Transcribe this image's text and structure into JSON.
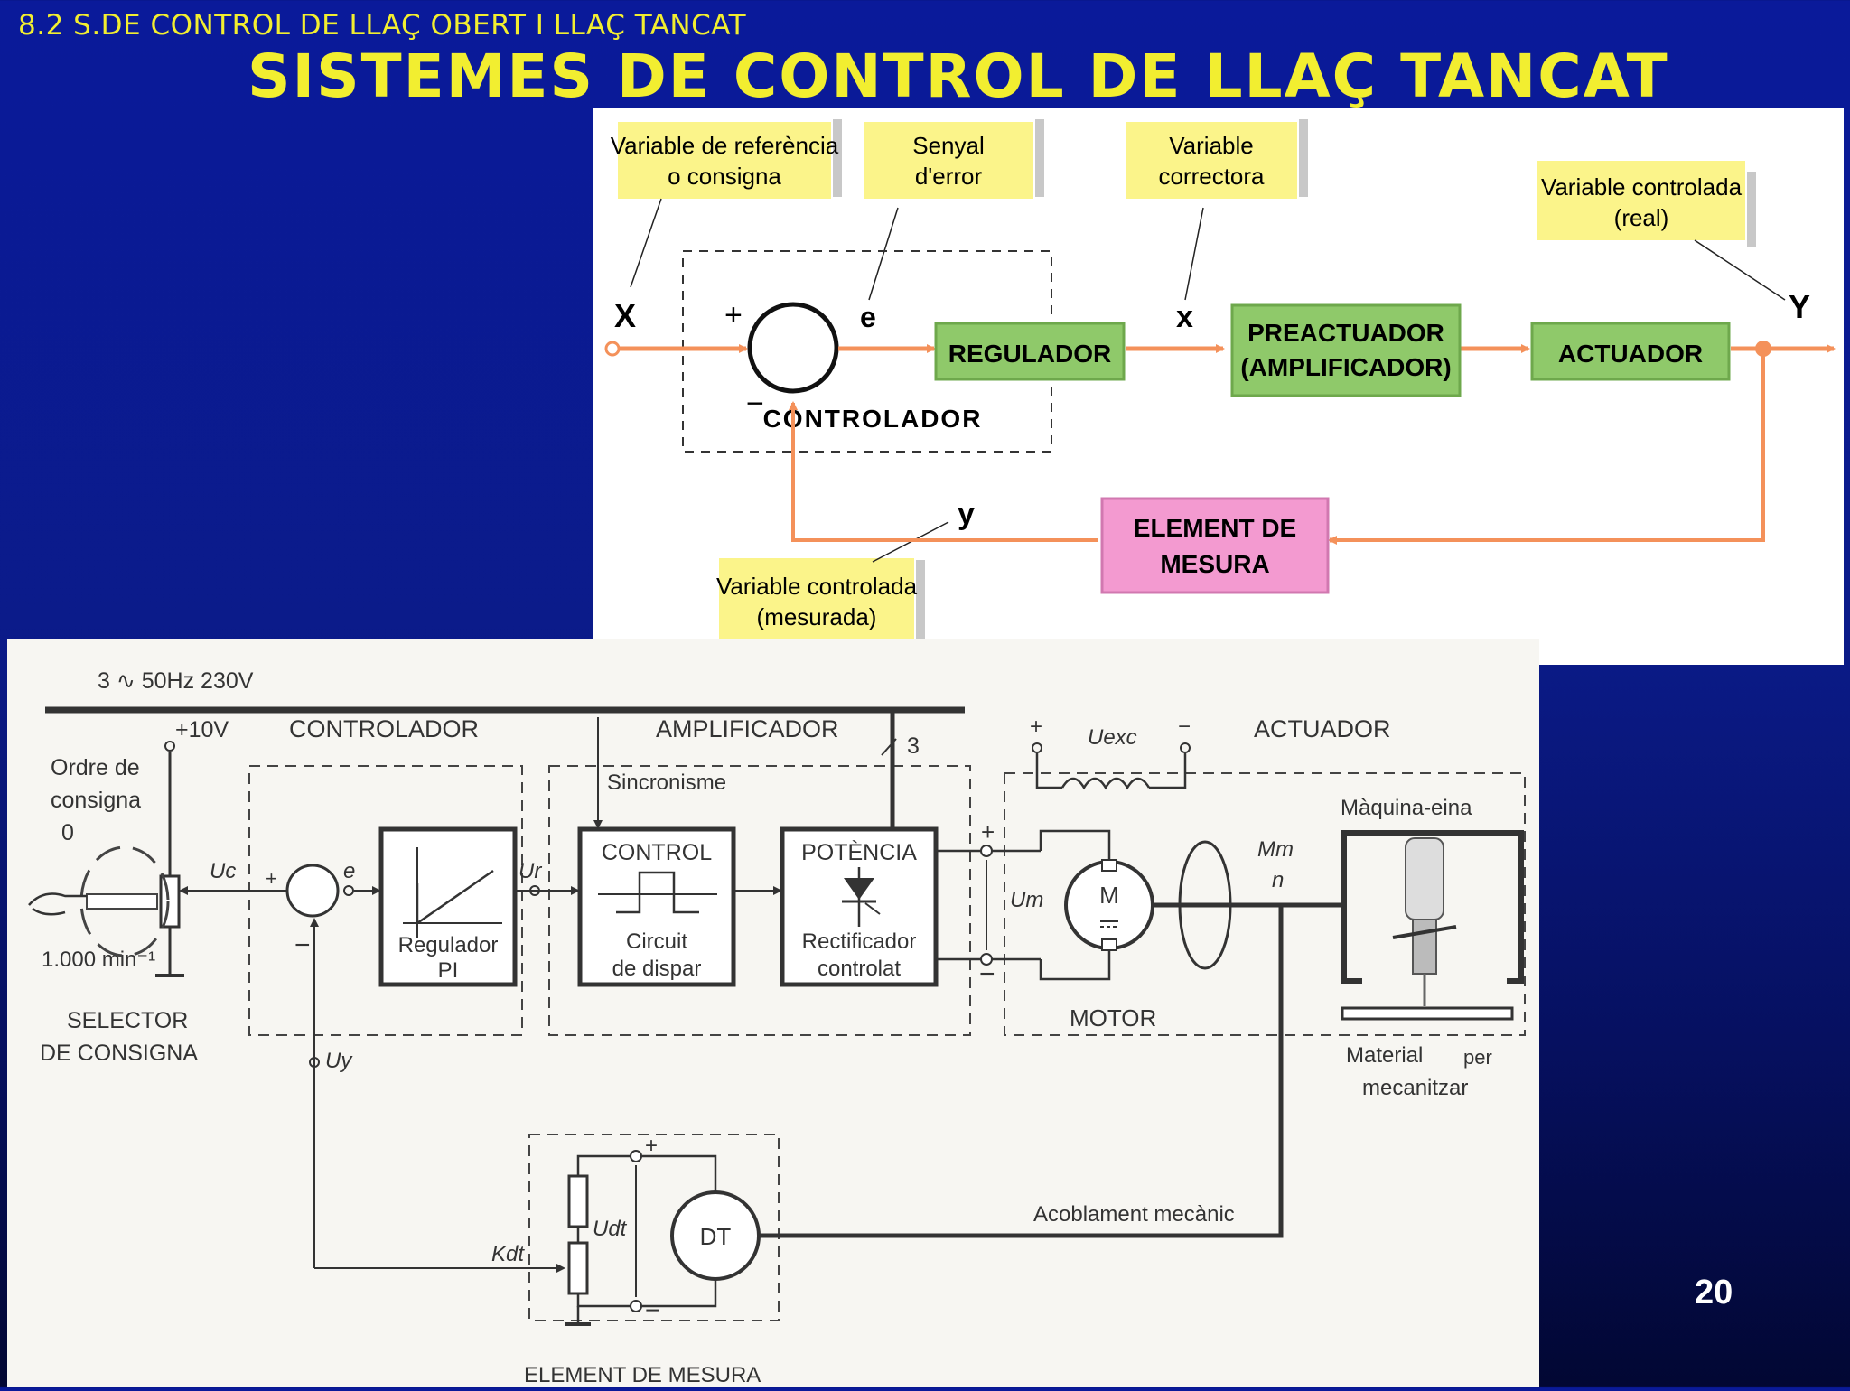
{
  "slide": {
    "subtitle": "8.2 S.DE CONTROL DE LLAÇ OBERT I LLAÇ TANCAT",
    "title": "SISTEMES DE CONTROL DE LLAÇ TANCAT",
    "page_number": "20"
  },
  "block_diagram": {
    "callouts": {
      "reference": [
        "Variable de referència",
        "o consigna"
      ],
      "error": [
        "Senyal",
        "d'error"
      ],
      "corrective": [
        "Variable",
        "correctora"
      ],
      "controlled_real": [
        "Variable controlada",
        "(real)"
      ],
      "controlled_measured": [
        "Variable controlada",
        "(mesurada)"
      ]
    },
    "symbols": {
      "X": "X",
      "e": "e",
      "x": "x",
      "Y": "Y",
      "y": "y",
      "plus": "+",
      "minus": "−"
    },
    "blocks": {
      "regulador": "REGULADOR",
      "preactuador": [
        "PREACTUADOR",
        "(AMPLIFICADOR)"
      ],
      "actuador": "ACTUADOR",
      "element_mesura": [
        "ELEMENT DE",
        "MESURA"
      ],
      "controlador": "CONTROLADOR"
    },
    "colors": {
      "arrow": "#f4915a",
      "green_block": "#8fc96a",
      "pink_block": "#f39ad0",
      "callout": "#fbf48a"
    }
  },
  "circuit": {
    "supply": "3 ∿ 50Hz 230V",
    "plus10v": "+10V",
    "section_labels": {
      "controlador": "CONTROLADOR",
      "amplificador": "AMPLIFICADOR",
      "actuador": "ACTUADOR"
    },
    "three": "3",
    "selector": {
      "order": [
        "Ordre de",
        "consigna"
      ],
      "zero": "0",
      "rpm": "1.000 min⁻¹",
      "label": [
        "SELECTOR",
        "DE CONSIGNA"
      ]
    },
    "signals": {
      "uc": "Uc",
      "e": "e",
      "ur": "Ur",
      "uy": "Uy",
      "um": "Um",
      "uexc": "Uexc",
      "udt": "Udt",
      "kdt": "Kdt",
      "mm": "Mm",
      "n": "n"
    },
    "blocks": {
      "regulator": [
        "Regulador",
        "PI"
      ],
      "control": "CONTROL",
      "trigger": [
        "Circuit",
        "de dispar"
      ],
      "power": "POTÈNCIA",
      "rectifier": [
        "Rectificador",
        "controlat"
      ],
      "sync": "Sincronisme",
      "motor_symbol": "M",
      "motor": "MOTOR",
      "machine": "Màquina-eina",
      "material": [
        "Material",
        "per",
        "mecanitzar"
      ],
      "dt": "DT",
      "coupling": "Acoblament mecànic",
      "measure": "ELEMENT DE MESURA"
    }
  }
}
